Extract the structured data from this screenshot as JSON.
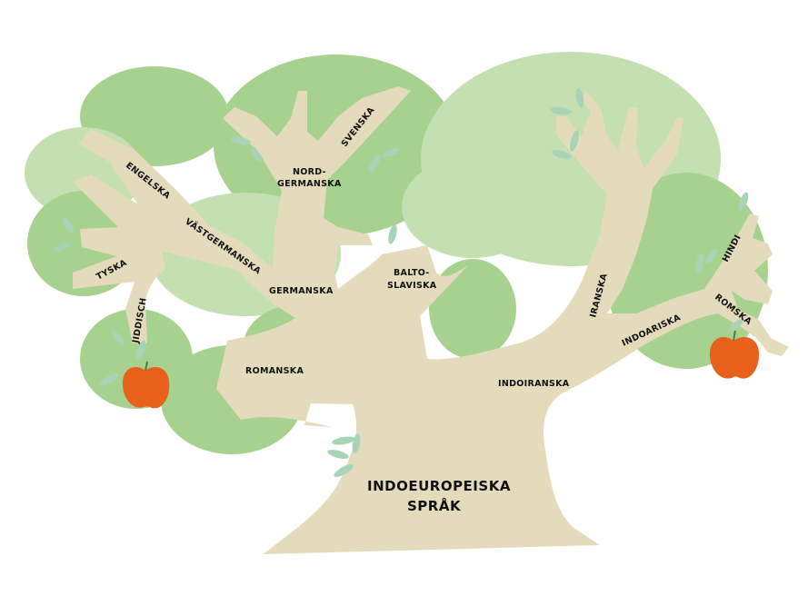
{
  "colors": {
    "foliage_dark": "#a6d18f",
    "foliage_light": "#c4e0b2",
    "trunk": "#e4dbbd",
    "leaf": "#a9d3b8",
    "apple": "#e8611a",
    "text": "#111111"
  },
  "root": {
    "line1": "INDOEUROPEISKA",
    "line2": "SPRÅK"
  },
  "branches": {
    "germanska": "GERMANSKA",
    "vastgermanska": "VÄSTGERMANSKA",
    "engelska": "ENGELSKA",
    "tyska": "TYSKA",
    "jiddisch": "JIDDISCH",
    "nordgermanska_1": "NORD-",
    "nordgermanska_2": "GERMANSKA",
    "svenska": "SVENSKA",
    "romanska": "ROMANSKA",
    "baltoslaviska_1": "BALTO-",
    "baltoslaviska_2": "SLAVISKA",
    "indoiranska": "INDOIRANSKA",
    "iranska": "IRANSKA",
    "indoariska": "INDOARISKA",
    "hindi": "HINDI",
    "romska": "ROMSKA"
  },
  "icons": {
    "apple_left": "apple-icon",
    "apple_right": "apple-icon",
    "leaf": "leaf-icon"
  }
}
